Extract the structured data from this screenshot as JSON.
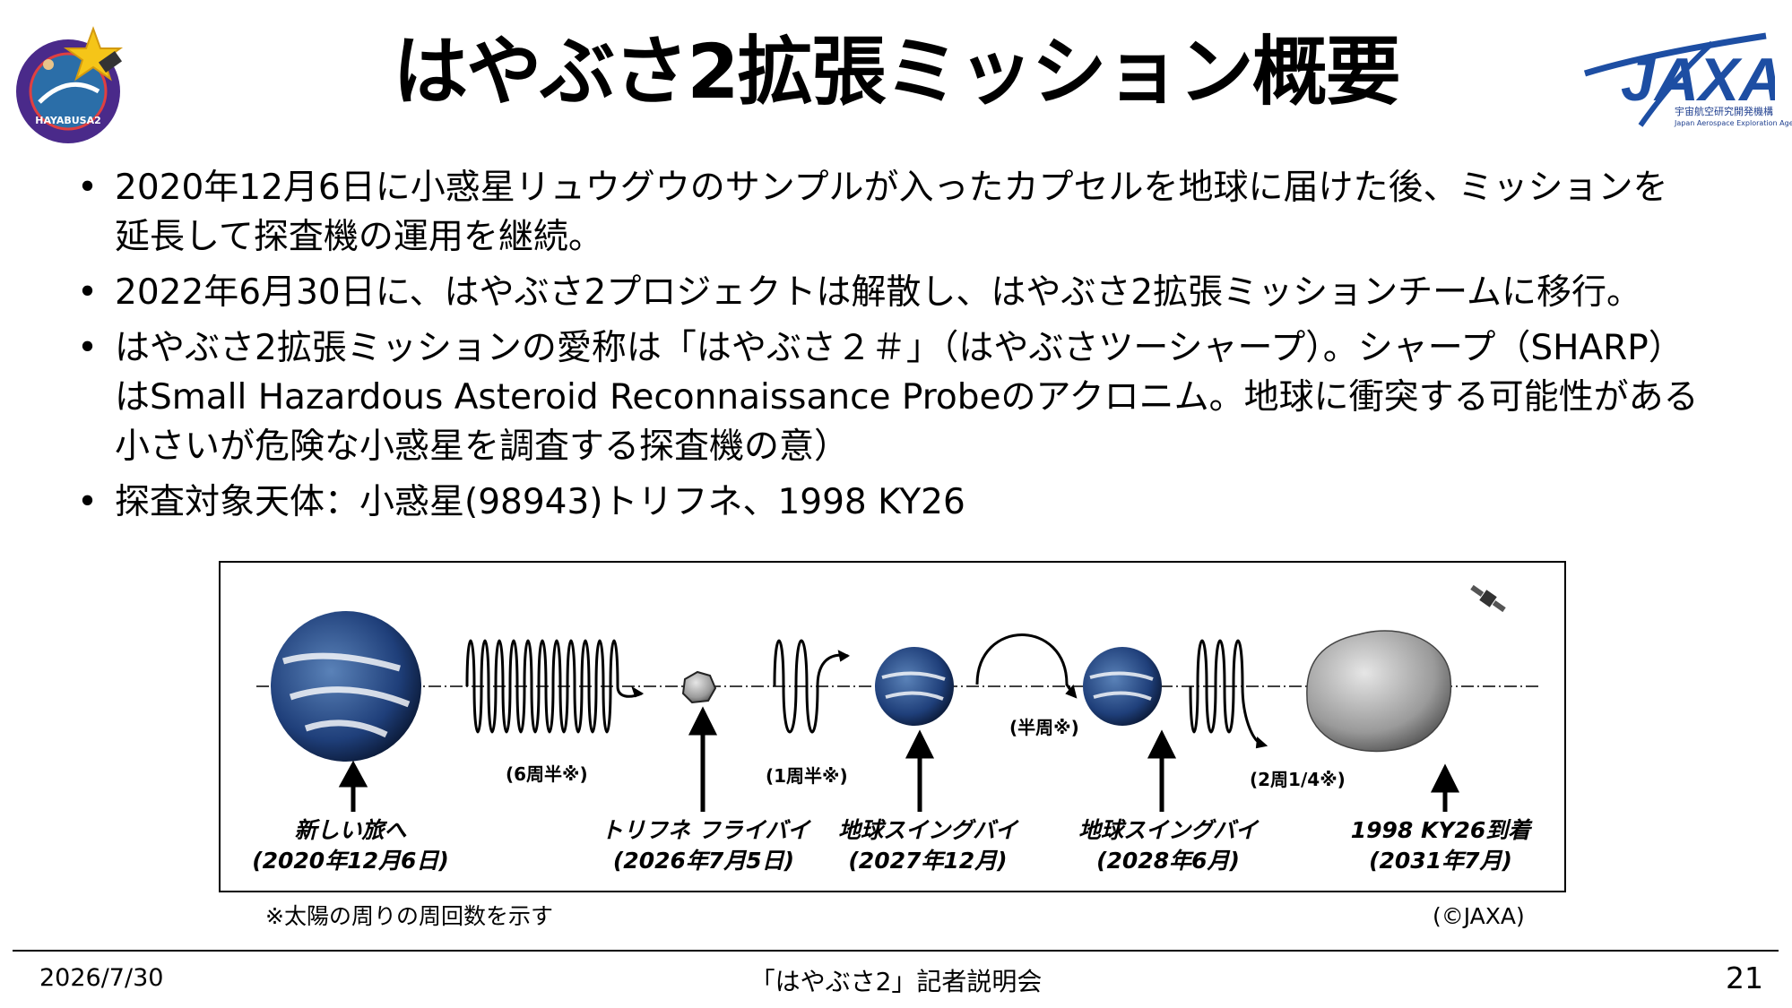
{
  "header": {
    "title": "はやぶさ2拡張ミッション概要",
    "logo_text": "HAYABUSA2",
    "jaxa_logo": "JAXA",
    "jaxa_subtitle_ja": "宇宙航空研究開発機構",
    "jaxa_subtitle_en": "Japan Aerospace Exploration Agency"
  },
  "bullets": [
    {
      "lines": [
        "2020年12月6日に小惑星リュウグウのサンプルが入ったカプセルを地球に届けた後、ミッションを",
        "延長して探査機の運用を継続。"
      ]
    },
    {
      "lines": [
        "2022年6月30日に、はやぶさ2プロジェクトは解散し、はやぶさ2拡張ミッションチームに移行。"
      ]
    },
    {
      "lines": [
        "はやぶさ2拡張ミッションの愛称は「はやぶさ２＃」（はやぶさツーシャープ）。シャープ（SHARP）",
        "はSmall Hazardous Asteroid Reconnaissance Probeのアクロニム。地球に衝突する可能性がある",
        "小さいが危険な小惑星を調査する探査機の意）"
      ]
    },
    {
      "lines": [
        "探査対象天体：小惑星(98943)トリフネ、1998 KY26"
      ]
    }
  ],
  "timeline": {
    "events": [
      {
        "label": "新しい旅へ",
        "date": "(2020年12月6日)"
      },
      {
        "label": "トリフネ フライバイ",
        "date": "(2026年7月5日)"
      },
      {
        "label": "地球スイングバイ",
        "date": "(2027年12月)"
      },
      {
        "label": "地球スイングバイ",
        "date": "(2028年6月)"
      },
      {
        "label": "1998 KY26到着",
        "date": "(2031年7月)"
      }
    ],
    "laps": [
      "(6周半※)",
      "(1周半※)",
      "(半周※)",
      "(2周1/4※)"
    ],
    "note": "※太陽の周りの周回数を示す",
    "credit": "(©JAXA)"
  },
  "footer": {
    "date": "2026/7/30",
    "center": "「はやぶさ2」記者説明会",
    "page": "21"
  },
  "colors": {
    "earth_ocean": "#1f3f7a",
    "earth_cloud": "#ffffff",
    "asteroid_gray": "#9a9a9a",
    "jaxa_blue": "#1d4ea3",
    "logo_purple": "#4a2a8a"
  }
}
